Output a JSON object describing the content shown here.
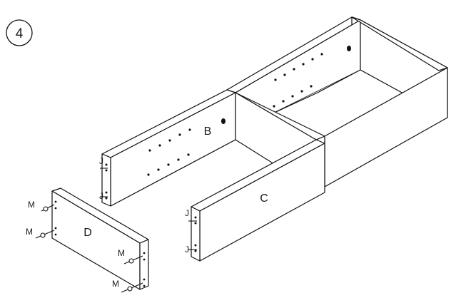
{
  "step": {
    "number": "4"
  },
  "parts": {
    "B": "B",
    "C": "C",
    "D": "D"
  },
  "hardware": {
    "J": "J",
    "M": "M"
  }
}
